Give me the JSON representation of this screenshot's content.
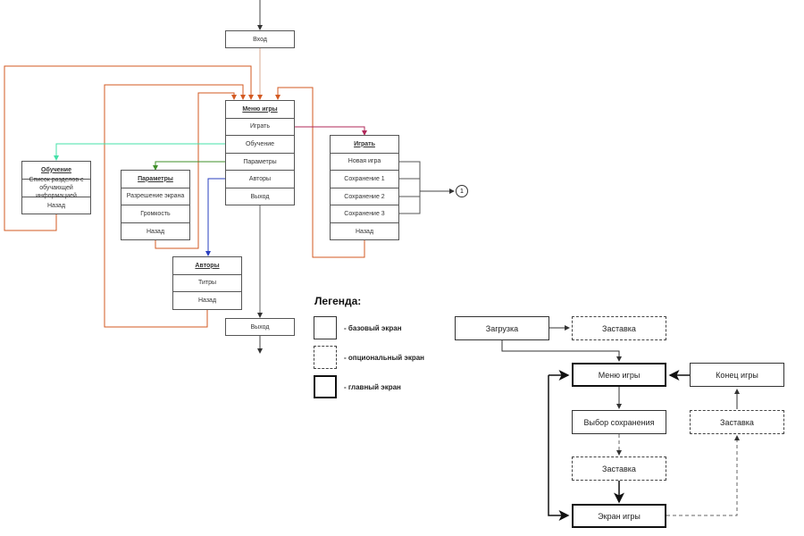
{
  "colors": {
    "orange": "#d35a22",
    "teal": "#44e0a8",
    "green": "#3f8f2a",
    "blue": "#2a3fbf",
    "crimson": "#b0285a",
    "gray": "#555555"
  },
  "entry": {
    "label": "Вход"
  },
  "exit_box": {
    "label": "Выход"
  },
  "menu": {
    "title": "Меню игры",
    "items": [
      "Играть",
      "Обучение",
      "Параметры",
      "Авторы",
      "Выход"
    ]
  },
  "play": {
    "title": "Играть",
    "items": [
      "Новая игра",
      "Сохранение 1",
      "Сохранение 2",
      "Сохранение 3",
      "Назад"
    ]
  },
  "tutorial": {
    "title": "Обучение",
    "items": [
      "Список разделов с обучающей информацией",
      "Назад"
    ]
  },
  "settings": {
    "title": "Параметры",
    "items": [
      "Разрешение экрана",
      "Громкость",
      "Назад"
    ]
  },
  "authors": {
    "title": "Авторы",
    "items": [
      "Титры",
      "Назад"
    ]
  },
  "connector": {
    "label": "1"
  },
  "legend": {
    "title": "Легенда:",
    "items": [
      {
        "type": "base",
        "label": "- базовый экран"
      },
      {
        "type": "optional",
        "label": "- опциональный экран"
      },
      {
        "type": "main",
        "label": "- главный экран"
      }
    ]
  },
  "flow": {
    "loading": "Загрузка",
    "splash1": "Заставка",
    "menu": "Меню игры",
    "game_end": "Конец игры",
    "save_select": "Выбор сохранения",
    "splash2": "Заставка",
    "splash3": "Заставка",
    "game_screen": "Экран игры"
  }
}
